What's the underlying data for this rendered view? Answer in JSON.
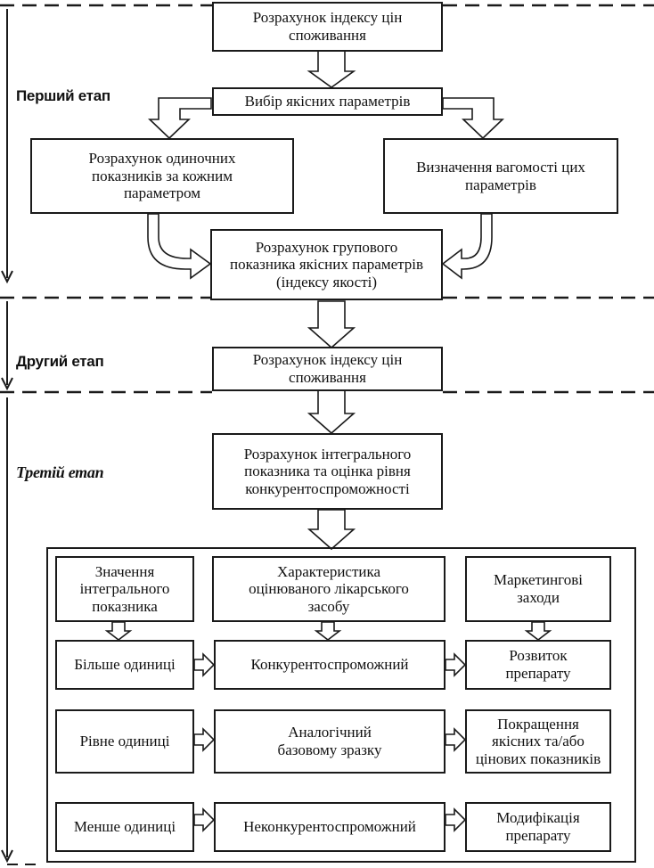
{
  "stages": {
    "first": "Перший етап",
    "second": "Другий етап",
    "third": "Третій етап"
  },
  "boxes": {
    "top": "Розрахунок індексу цін\nспоживання",
    "select": "Вибір якісних параметрів",
    "single": "Розрахунок одиночних\nпоказників за кожним\nпараметром",
    "weight": "Визначення вагомості цих\nпараметрів",
    "group": "Розрахунок групового\nпоказника якісних параметрів\n(індексу якості)",
    "price": "Розрахунок індексу цін\nспоживання",
    "integral": "Розрахунок інтегрального\nпоказника та оцінка рівня\nконкурентоспроможності"
  },
  "table": {
    "headers": [
      "Значення\nінтегрального\nпоказника",
      "Характеристика\nоцінюваного лікарського\nзасобу",
      "Маркетингові\nзаходи"
    ],
    "rows": [
      [
        "Більше одиниці",
        "Конкурентоспроможний",
        "Розвиток\nпрепарату"
      ],
      [
        "Рівне одиниці",
        "Аналогічний\nбазовому зразку",
        "Покращення\nякісних та/або\nцінових показників"
      ],
      [
        "Менше одиниці",
        "Неконкурентоспроможний",
        "Модифікація\nпрепарату"
      ]
    ]
  }
}
